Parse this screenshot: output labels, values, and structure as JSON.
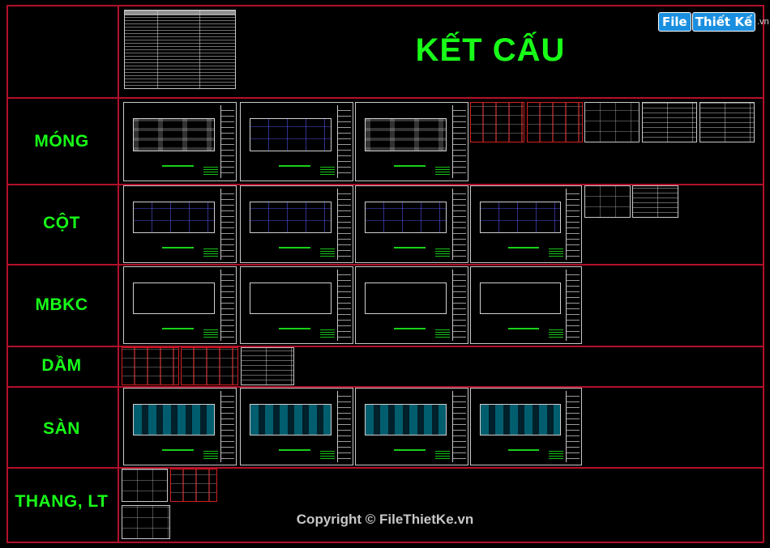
{
  "title": "KẾT CẤU",
  "rows": [
    {
      "key": "mong",
      "label": "MÓNG"
    },
    {
      "key": "cot",
      "label": "CỘT"
    },
    {
      "key": "mbkc",
      "label": "MBKC"
    },
    {
      "key": "dam",
      "label": "DẦM"
    },
    {
      "key": "san",
      "label": "SÀN"
    },
    {
      "key": "thang",
      "label": "THANG, LT"
    }
  ],
  "watermark": {
    "logo_mark": "File",
    "logo_word": "Thiết Kế",
    "logo_suffix": ".vn",
    "copyright": "Copyright © FileThietKe.vn"
  },
  "colors": {
    "background": "#000000",
    "grid_lines": "#b3102a",
    "label_text": "#18ff18",
    "sheet_border": "#c8c8c8",
    "logo_blue": "#1a8fe0"
  }
}
